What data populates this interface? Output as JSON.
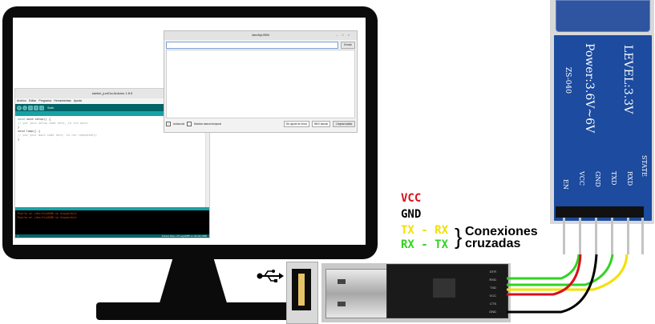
{
  "ide": {
    "title": "sketch_jun01a Arduino 1.8.5",
    "menu": [
      "Archivo",
      "Editar",
      "Programa",
      "Herramientas",
      "Ayuda"
    ],
    "toolbar_label": "Subir",
    "tab": "sketch_jun01a",
    "code": [
      "void setup() {",
      "  // put your setup code here, to run once:",
      "",
      "}",
      "",
      "void loop() {",
      "  // put your main code here, to run repeatedly:",
      "",
      "}"
    ],
    "console": [
      "Puerto en /dev/ttyUSB0 no disponible",
      "Puerto en /dev/ttyUSB0 no disponible"
    ],
    "status_left": "1",
    "status_right": "Arduino Nano, ATmega328P en /dev/ttyUSB0"
  },
  "serial": {
    "title": "/dev/ttyUSB0",
    "send": "Enviar",
    "autoscroll": "Autoscroll",
    "timestamp": "Mostrar marca temporal",
    "line_ending": "Sin ajuste de línea",
    "baud": "9600 baudio",
    "clear": "Limpiar salida"
  },
  "legend": {
    "vcc": "VCC",
    "gnd": "GND",
    "tx_rx": "TX - RX",
    "rx_tx": "RX - TX",
    "note_line1": "Conexiones",
    "note_line2": "cruzadas"
  },
  "colors": {
    "vcc": "#d9101b",
    "gnd": "#000000",
    "tx_rx": "#f3e000",
    "rx_tx": "#31d321"
  },
  "module": {
    "power": "Power:3.6V~6V",
    "level": "LEVEL:3.3V",
    "model": "ZS-040",
    "pins": [
      "EN",
      "VCC",
      "GND",
      "TXD",
      "RXD",
      "STATE"
    ]
  },
  "adapter": {
    "pins": [
      "DTR",
      "RXD",
      "TXD",
      "VCC",
      "CTS",
      "GND"
    ]
  },
  "icons": [
    "usb-icon"
  ]
}
